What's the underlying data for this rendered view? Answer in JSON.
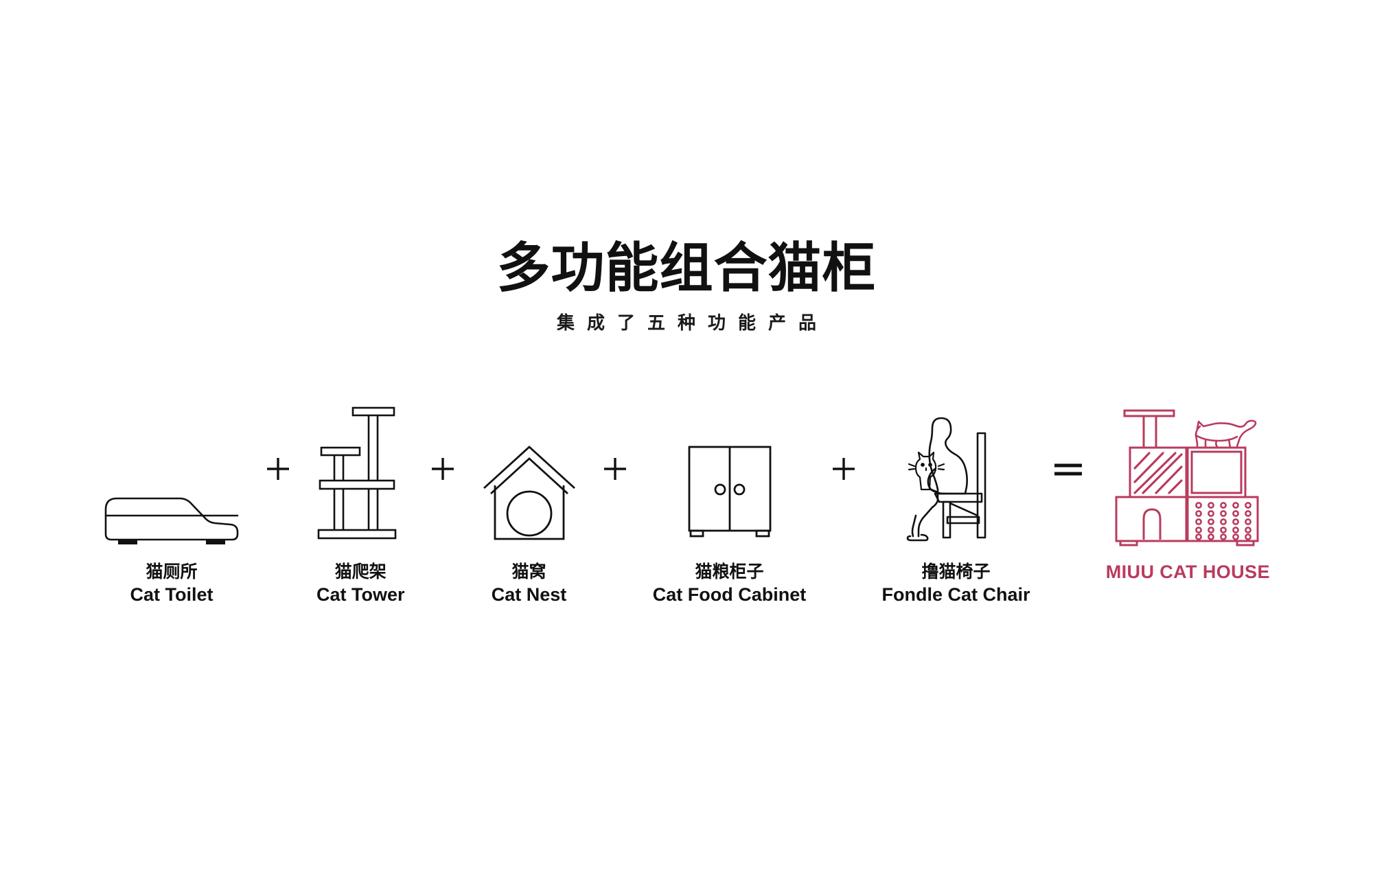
{
  "header": {
    "title": "多功能组合猫柜",
    "subtitle": "集成了五种功能产品"
  },
  "colors": {
    "ink": "#111111",
    "brand": "#B93B5E",
    "background": "#FFFFFF"
  },
  "operators": {
    "plus": "+",
    "equals": "="
  },
  "items": [
    {
      "icon": "cat-toilet-icon",
      "label_cn": "猫厕所",
      "label_en": "Cat Toilet"
    },
    {
      "icon": "cat-tower-icon",
      "label_cn": "猫爬架",
      "label_en": "Cat Tower"
    },
    {
      "icon": "cat-nest-icon",
      "label_cn": "猫窝",
      "label_en": "Cat Nest"
    },
    {
      "icon": "cat-food-cabinet-icon",
      "label_cn": "猫粮柜子",
      "label_en": "Cat Food Cabinet"
    },
    {
      "icon": "fondle-cat-chair-icon",
      "label_cn": "撸猫椅子",
      "label_en": "Fondle Cat Chair"
    }
  ],
  "result": {
    "icon": "miuu-cat-house-icon",
    "brand_label": "MIUU CAT HOUSE"
  }
}
